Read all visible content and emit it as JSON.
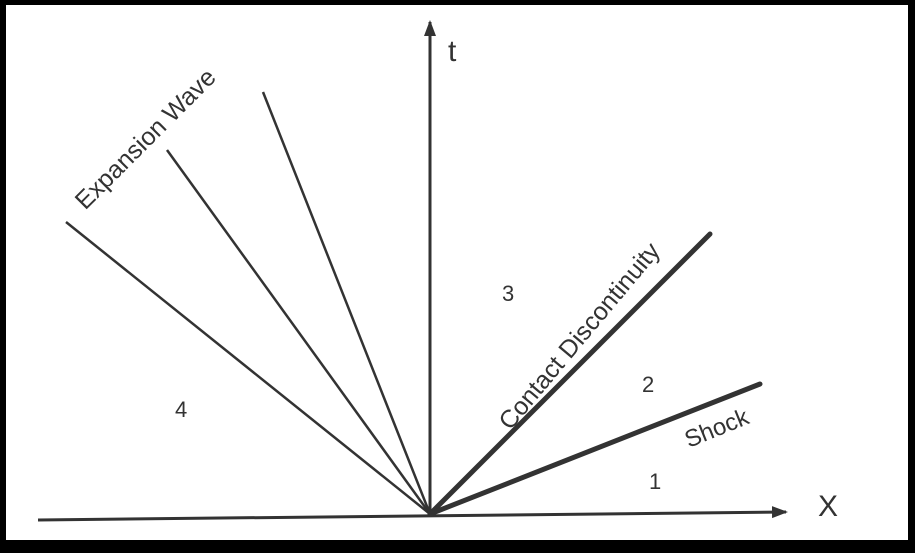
{
  "title_labels": {
    "expansion": "Expansion Wave",
    "contact": "Contact Discontinuity",
    "shock": "Shock"
  },
  "axes": {
    "t": "t",
    "x": "X"
  },
  "regions": {
    "r1": "1",
    "r2": "2",
    "r3": "3",
    "r4": "4"
  },
  "colors": {
    "line": "#333333",
    "background": "#ffffff",
    "frame": "#000000"
  }
}
